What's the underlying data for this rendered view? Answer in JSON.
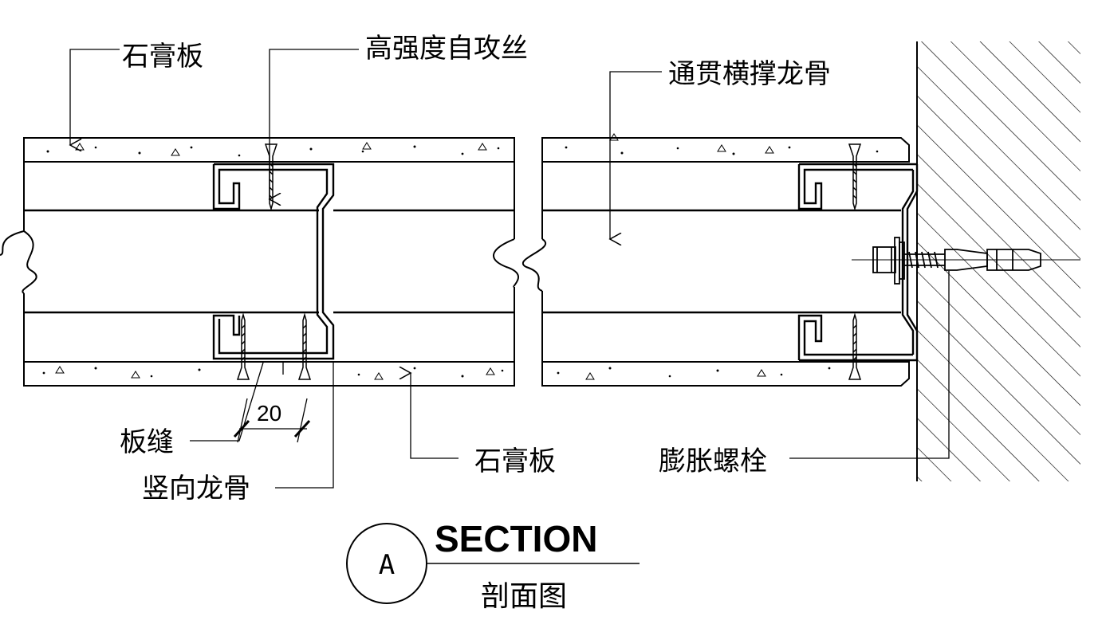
{
  "labels": {
    "gypsum_board_top": "石膏板",
    "self_tapping_screw": "高强度自攻丝",
    "through_cross_brace_keel": "通贯横撑龙骨",
    "board_joint": "板缝",
    "vertical_keel": "竖向龙骨",
    "gypsum_board_bottom": "石膏板",
    "expansion_bolt": "膨胀螺栓"
  },
  "dimension": {
    "joint_width": "20"
  },
  "title": {
    "section_mark": "A",
    "heading": "SECTION",
    "subheading": "剖面图"
  }
}
